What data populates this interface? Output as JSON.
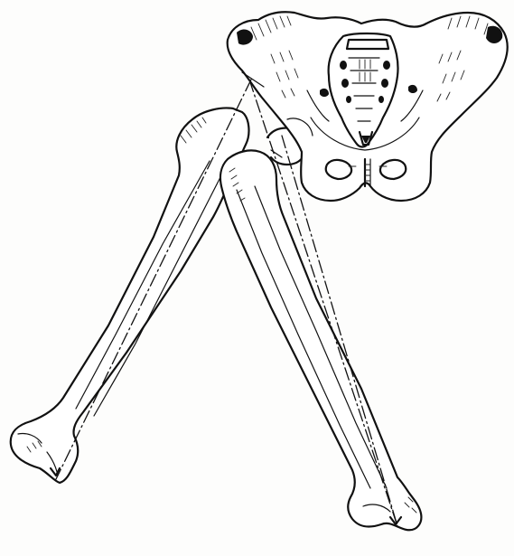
{
  "figure": {
    "subject": "",
    "icons": {
      "pelvis": "pelvis-illustration",
      "sacrum": "sacrum-illustration",
      "left_femur": "femur-illustration",
      "right_femur": "femur-illustration",
      "axis_lines": "dashed-axis-lines"
    },
    "colors": {
      "ink": "#111111",
      "paper": "#fdfdfc"
    }
  }
}
